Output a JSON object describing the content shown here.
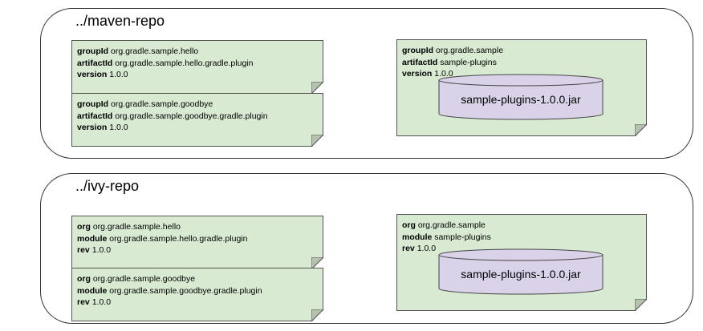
{
  "repos": [
    {
      "title": "../maven-repo",
      "sources": [
        {
          "rows": [
            {
              "key": "groupId",
              "value": "org.gradle.sample.hello"
            },
            {
              "key": "artifactId",
              "value": "org.gradle.sample.hello.gradle.plugin"
            },
            {
              "key": "version",
              "value": "1.0.0"
            }
          ]
        },
        {
          "rows": [
            {
              "key": "groupId",
              "value": "org.gradle.sample.goodbye"
            },
            {
              "key": "artifactId",
              "value": "org.gradle.sample.goodbye.gradle.plugin"
            },
            {
              "key": "version",
              "value": "1.0.0"
            }
          ]
        }
      ],
      "target": {
        "rows": [
          {
            "key": "groupId",
            "value": "org.gradle.sample"
          },
          {
            "key": "artifactId",
            "value": "sample-plugins"
          },
          {
            "key": "version",
            "value": "1.0.0"
          }
        ],
        "jar": "sample-plugins-1.0.0.jar"
      }
    },
    {
      "title": "../ivy-repo",
      "sources": [
        {
          "rows": [
            {
              "key": "org",
              "value": "org.gradle.sample.hello"
            },
            {
              "key": "module",
              "value": "org.gradle.sample.hello.gradle.plugin"
            },
            {
              "key": "rev",
              "value": "1.0.0"
            }
          ]
        },
        {
          "rows": [
            {
              "key": "org",
              "value": "org.gradle.sample.goodbye"
            },
            {
              "key": "module",
              "value": "org.gradle.sample.goodbye.gradle.plugin"
            },
            {
              "key": "rev",
              "value": "1.0.0"
            }
          ]
        }
      ],
      "target": {
        "rows": [
          {
            "key": "org",
            "value": "org.gradle.sample"
          },
          {
            "key": "module",
            "value": "sample-plugins"
          },
          {
            "key": "rev",
            "value": "1.0.0"
          }
        ],
        "jar": "sample-plugins-1.0.0.jar"
      }
    }
  ],
  "colors": {
    "note_fill": "#d9ead3",
    "jar_fill": "#d9d2e9",
    "fold_fill": "#b6c2b0"
  }
}
